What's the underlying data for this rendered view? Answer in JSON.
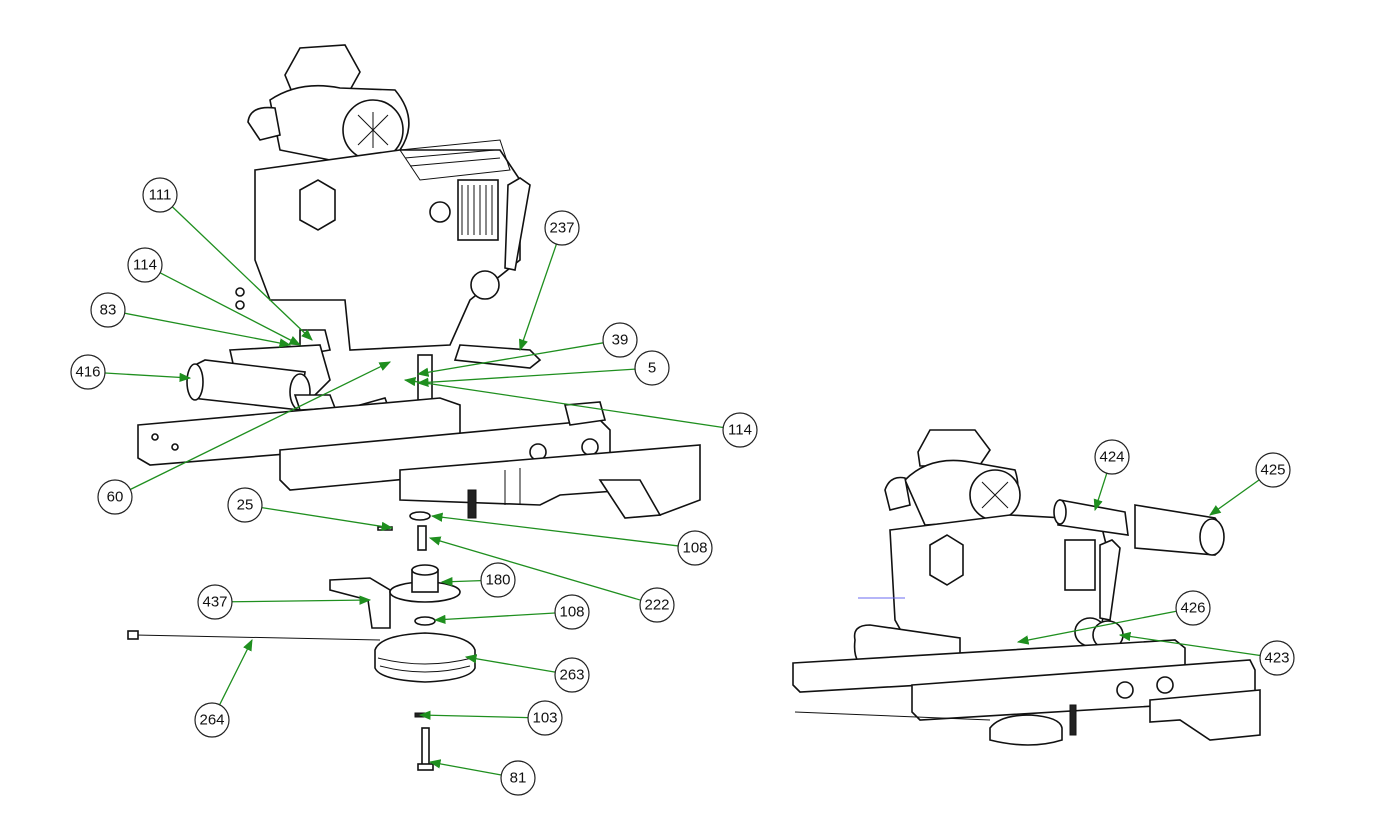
{
  "diagram": {
    "type": "exploded-parts-diagram",
    "colors": {
      "leader": "#1f8f1f",
      "outline": "#111111",
      "bubble_stroke": "#222222"
    },
    "main_view_callouts": [
      "111",
      "114",
      "83",
      "416",
      "237",
      "39",
      "5",
      "114",
      "60",
      "25",
      "108",
      "222",
      "180",
      "437",
      "108",
      "263",
      "264",
      "103",
      "81"
    ],
    "inset_view_callouts": [
      "424",
      "425",
      "426",
      "423"
    ]
  }
}
